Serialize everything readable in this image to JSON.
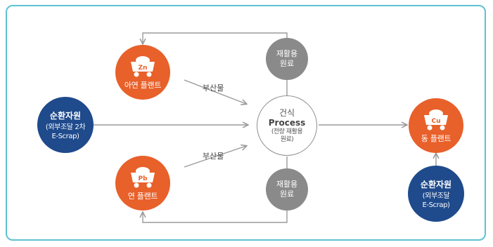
{
  "colors": {
    "frame": "#5ec3d0",
    "plant": "#e8602a",
    "resource": "#1f4a8c",
    "recycle": "#8a8a8a",
    "line": "#9a9a9a"
  },
  "plants": {
    "zinc": {
      "symbol": "Zn",
      "label": "아연 플랜트",
      "icon": "ore-cart-icon"
    },
    "lead": {
      "symbol": "Pb",
      "label": "연 플랜트",
      "icon": "ore-cart-icon"
    },
    "copper": {
      "symbol": "Cu",
      "label": "동 플랜트",
      "icon": "ore-cart-icon"
    }
  },
  "resources": {
    "left": {
      "title": "순환자원",
      "line1": "(외부조달 2차",
      "line2": "E-Scrap)"
    },
    "right": {
      "title": "순환자원",
      "line1": "(외부조달",
      "line2": "E-Scrap)"
    }
  },
  "recycle": {
    "top": {
      "line1": "재활용",
      "line2": "원료"
    },
    "bottom": {
      "line1": "재활용",
      "line2": "원료"
    }
  },
  "process": {
    "line1": "건식",
    "line2": "Process",
    "line3": "(전량 재활용",
    "line4": "원료)"
  },
  "byproduct": {
    "top": "부산물",
    "bottom": "부산물"
  }
}
